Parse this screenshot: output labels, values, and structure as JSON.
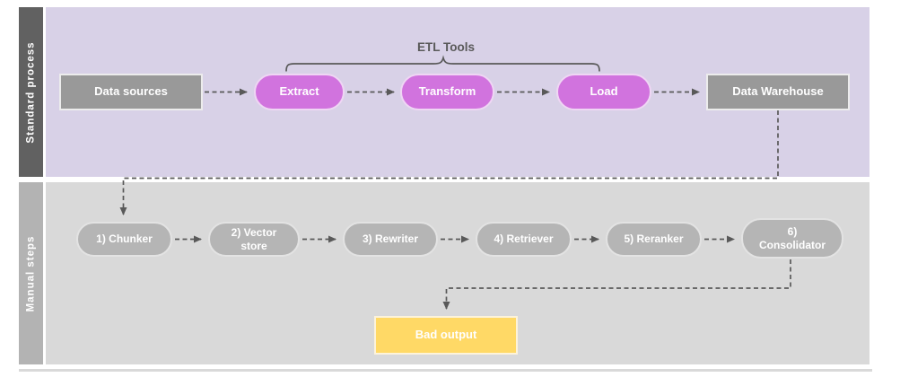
{
  "lanes": {
    "standard": "Standard process",
    "manual": "Manual steps"
  },
  "bracket": {
    "label": "ETL Tools"
  },
  "nodes": {
    "data_sources": "Data sources",
    "extract": "Extract",
    "transform": "Transform",
    "load": "Load",
    "data_warehouse": "Data Warehouse",
    "chunker": "1) Chunker",
    "vector_store": "2) Vector store",
    "rewriter": "3) Rewriter",
    "retriever": "4) Retriever",
    "reranker": "5) Reranker",
    "consolidator": "6) Consolidator",
    "bad_output": "Bad output"
  },
  "colors": {
    "standard_lane_bg": "#d8d1e7",
    "standard_lane_bar": "#616161",
    "manual_lane_bg": "#d9d9d9",
    "manual_lane_bar": "#b3b3b3",
    "gray_box": "#999999",
    "pink_pill": "#d173de",
    "gray_pill": "#b5b5b5",
    "yellow_box": "#ffd966",
    "connector": "#595959",
    "bracket_text": "#595959"
  }
}
